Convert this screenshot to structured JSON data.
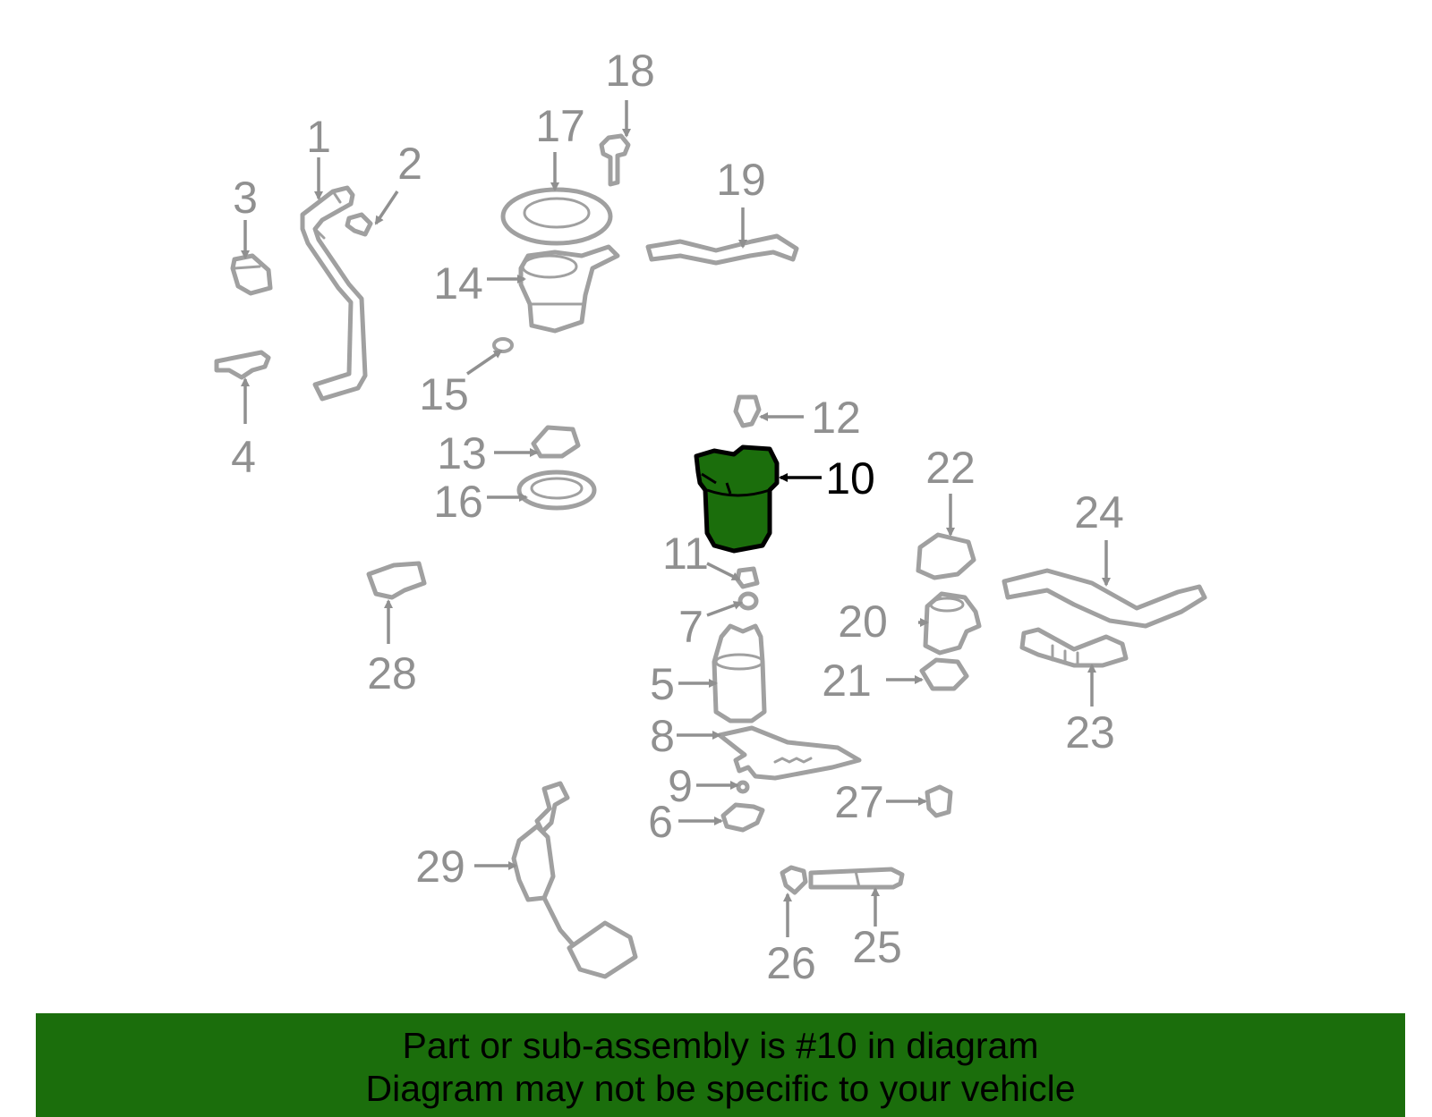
{
  "diagram": {
    "highlighted_part": "10",
    "callouts": [
      "1",
      "2",
      "3",
      "4",
      "5",
      "6",
      "7",
      "8",
      "9",
      "10",
      "11",
      "12",
      "13",
      "14",
      "15",
      "16",
      "17",
      "18",
      "19",
      "20",
      "21",
      "22",
      "23",
      "24",
      "25",
      "26",
      "27",
      "28",
      "29"
    ]
  },
  "banner": {
    "line1": "Part or sub-assembly is #10 in diagram",
    "line2": "Diagram may not be specific to your vehicle",
    "color": "#1b6e0c"
  }
}
